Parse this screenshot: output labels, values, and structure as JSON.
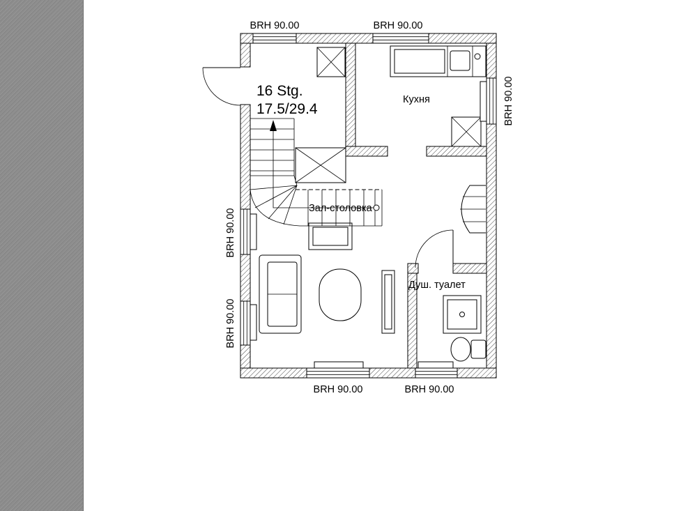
{
  "floorplan": {
    "stairs": {
      "line1": "16 Stg.",
      "line2": "17.5/29.4"
    },
    "rooms": {
      "kitchen": "Кухня",
      "living": "Зал-столовка",
      "bath": "Душ. туалет"
    },
    "dimensions": {
      "top_left": "BRH 90.00",
      "top_right": "BRH 90.00",
      "right": "BRH 90.00",
      "left_upper": "BRH 90.00",
      "left_lower": "BRH 90.00",
      "bottom_left": "BRH 90.00",
      "bottom_right": "BRH 90.00"
    },
    "colors": {
      "background": "#ffffff",
      "line": "#000000",
      "sidebar": "#8d8d8d"
    }
  }
}
